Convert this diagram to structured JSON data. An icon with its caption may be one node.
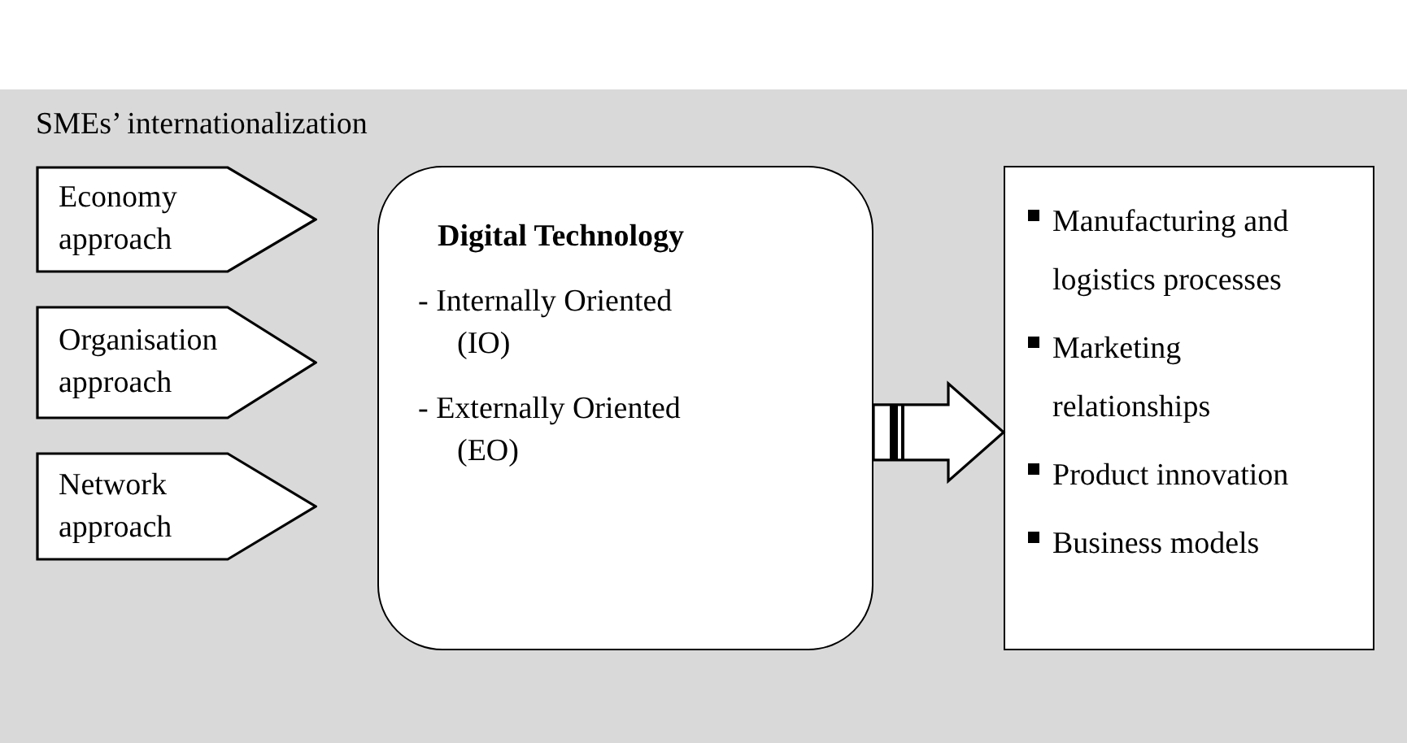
{
  "diagram": {
    "nodes": [
      {
        "text": [
          "SMEs’ internationalization"
        ]
      },
      {
        "text": [
          "Economy approach"
        ],
        "in": 0
      },
      {
        "text": [
          "Organisation approach"
        ],
        "in": 0
      },
      {
        "text": [
          "Network approach"
        ],
        "in": 0
      },
      {
        "text": [
          "Digital Technology",
          "- Internally Oriented (IO)",
          "- Externally Oriented (EO)"
        ],
        "in": 0
      },
      {
        "text": [
          "Manufacturing and logistics processes",
          "Marketing relationships",
          "Product innovation",
          "Business models"
        ],
        "in": 0
      }
    ],
    "edges": [
      {
        "from": 4,
        "to": 5,
        "arrow": "to"
      }
    ]
  }
}
